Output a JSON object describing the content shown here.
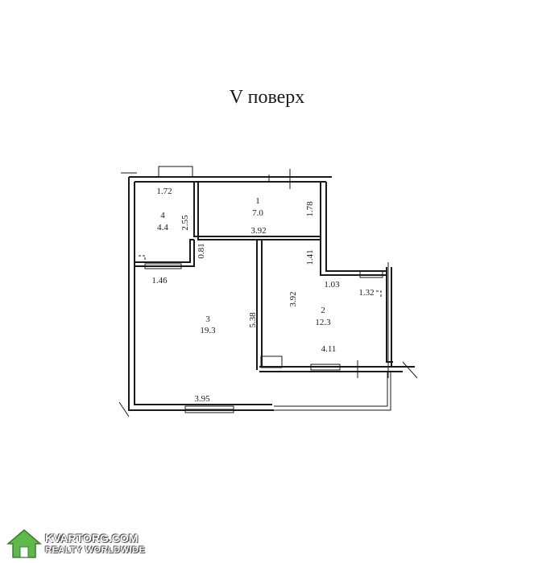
{
  "title": "V поверх",
  "rooms": [
    {
      "number": "1",
      "area": "7.0"
    },
    {
      "number": "2",
      "area": "12.3"
    },
    {
      "number": "3",
      "area": "19.3"
    },
    {
      "number": "4",
      "area": "4.4"
    }
  ],
  "dimensions": {
    "d_1_72": "1.72",
    "d_2_55": "2.55",
    "d_0_81": "0.81",
    "d_1_46": "1.46",
    "d_3_92_top": "3.92",
    "d_1_78": "1.78",
    "d_1_41": "1.41",
    "d_1_03": "1.03",
    "d_1_32": "1.32",
    "d_3_92_side": "3.92",
    "d_5_38": "5.38",
    "d_4_11": "4.11",
    "d_3_95": "3.95"
  },
  "watermark": {
    "main": "KVARTORG.COM",
    "sub": "REALTY WORLDWIDE"
  }
}
